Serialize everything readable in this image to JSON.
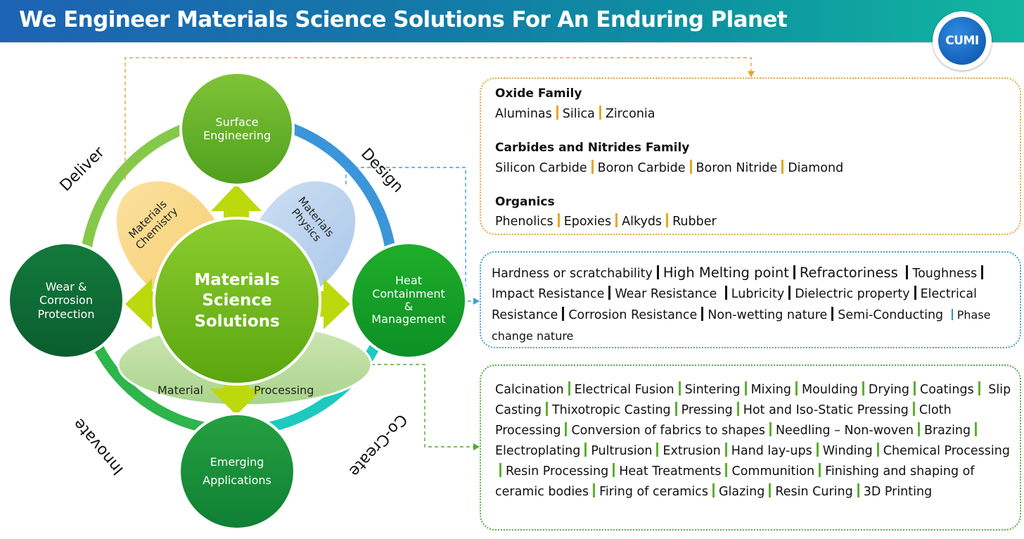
{
  "header": {
    "title": "We Engineer Materials Science Solutions For An Enduring Planet",
    "logo_text": "CUMI"
  },
  "colors": {
    "header_start": "#1d63b3",
    "header_end": "#12b7a0",
    "green_dark": "#0a6b38",
    "green_mid": "#1f9a3c",
    "green_light": "#6cbf1f",
    "orange_box": "#e4a93a",
    "blue_box": "#3d9fd3",
    "green_box": "#5aaa3c"
  },
  "ring_labels": {
    "deliver": "Deliver",
    "design": "Design",
    "innovate": "Innovate",
    "cocreate": "Co-Create"
  },
  "nodes": {
    "surface": [
      "Surface",
      "Engineering"
    ],
    "wear": [
      "Wear &",
      "Corrosion",
      "Protection"
    ],
    "heat": [
      "Heat",
      "Containment",
      "&",
      "Management"
    ],
    "emerging": [
      "Emerging",
      "Applications"
    ],
    "center": [
      "Materials",
      "Science",
      "Solutions"
    ]
  },
  "petals": {
    "chemistry": [
      "Materials",
      "Chemistry"
    ],
    "physics": [
      "Materials",
      "Physics"
    ],
    "processing_left": "Material",
    "processing_right": "Processing"
  },
  "families": [
    {
      "title": "Oxide Family",
      "items": [
        "Aluminas",
        "Silica",
        "Zirconia"
      ]
    },
    {
      "title": "Carbides and Nitrides Family",
      "items": [
        "Silicon Carbide",
        "Boron Carbide",
        "Boron Nitride",
        "Diamond"
      ]
    },
    {
      "title": "Organics",
      "items": [
        "Phenolics",
        "Epoxies",
        "Alkyds",
        "Rubber"
      ]
    }
  ],
  "properties": [
    "Hardness or scratchability",
    "High Melting point",
    "Refractoriness",
    "Toughness",
    "Impact Resistance",
    "Wear Resistance",
    "Lubricity",
    "Dielectric property",
    "Electrical Resistance",
    "Corrosion Resistance",
    "Non-wetting nature",
    "Semi-Conducting",
    "Phase change nature"
  ],
  "processes": [
    "Calcination",
    "Electrical Fusion",
    "Sintering",
    "Mixing",
    "Moulding",
    "Drying",
    "Coatings",
    "Slip Casting",
    "Thixotropic Casting",
    "Pressing",
    "Hot and Iso-Static Pressing",
    "Cloth Processing",
    "Conversion of fabrics to shapes",
    "Needling – Non-woven",
    "Brazing",
    "Electroplating",
    "Pultrusion",
    "Extrusion",
    "Hand lay-ups",
    "Winding",
    "Chemical Processing",
    "Resin Processing",
    "Heat Treatments",
    "Communition",
    "Finishing and shaping of ceramic bodies",
    "Firing of ceramics",
    "Glazing",
    "Resin Curing",
    "3D Printing"
  ]
}
